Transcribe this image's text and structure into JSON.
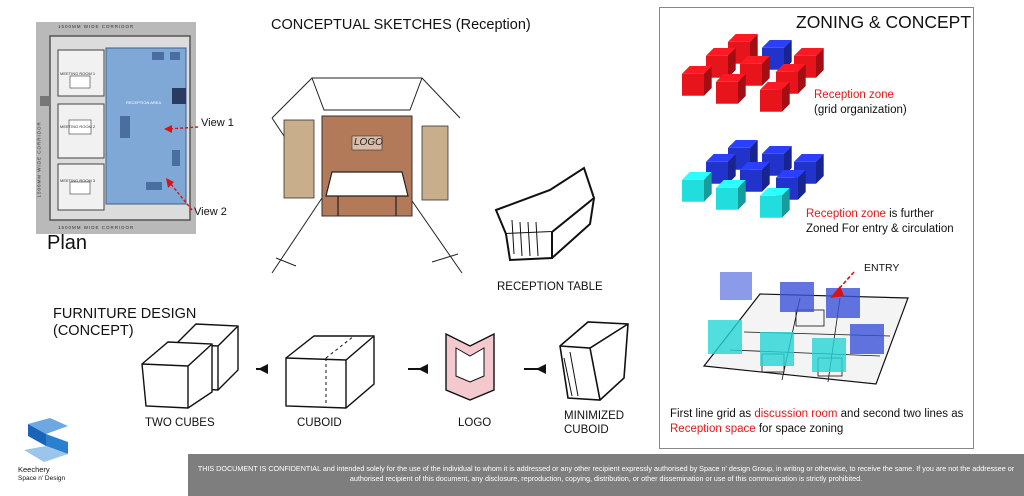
{
  "plan": {
    "label": "Plan",
    "corridor_top": "1500MM WIDE CORRIDOR",
    "corridor_bottom": "1500MM WIDE CORRIDOR",
    "corridor_left": "1500MM WIDE CORRIDOR",
    "meeting_room_1": "MEETING ROOM 1",
    "meeting_room_2": "MEETING ROOM 2",
    "meeting_room_3": "MEETING ROOM 3",
    "reception": "RECEPTION AREA",
    "view1": "View 1",
    "view2": "View 2"
  },
  "sketches": {
    "title": "CONCEPTUAL SKETCHES (Reception)",
    "logo_text": "LOGO",
    "reception_table": "RECEPTION TABLE"
  },
  "furniture": {
    "title_line1": "FURNITURE DESIGN",
    "title_line2": "(CONCEPT)",
    "two_cubes": "TWO CUBES",
    "cuboid": "CUBOID",
    "logo": "LOGO",
    "minimized_line1": "MINIMIZED",
    "minimized_line2": "CUBOID"
  },
  "zoning": {
    "title": "ZONING  & CONCEPT",
    "block1_red": "Reception zone",
    "block1_rest": "(grid organization)",
    "block2_red": "Reception zone",
    "block2_mid": " is further",
    "block2_rest": "Zoned For entry & circulation",
    "entry": "ENTRY",
    "block3_a": "First line grid as ",
    "block3_red1": "discussion room",
    "block3_b": " and second two lines as",
    "block3_red2": "Reception space",
    "block3_c": " for space zoning"
  },
  "logo": {
    "name": "Keechery",
    "tagline": "Space n' Design"
  },
  "footer": {
    "text": "THIS DOCUMENT IS CONFIDENTIAL and intended solely for the use of the individual to whom it is addressed or any other recipient expressly authorised by Space n' design Group, in writing or otherwise, to receive the same.   If you are not the addressee  or authorised recipient of this document, any disclosure, reproduction, copying, distribution, or other dissemination or use of  this communication is strictly prohibited."
  },
  "colors": {
    "red": "#e3171b",
    "cube_red": "#e8141c",
    "cube_blue": "#2233cc",
    "cube_cyan": "#22dddd",
    "plan_blue": "#7fa8d6",
    "footer_gray": "#7e7e7e"
  }
}
